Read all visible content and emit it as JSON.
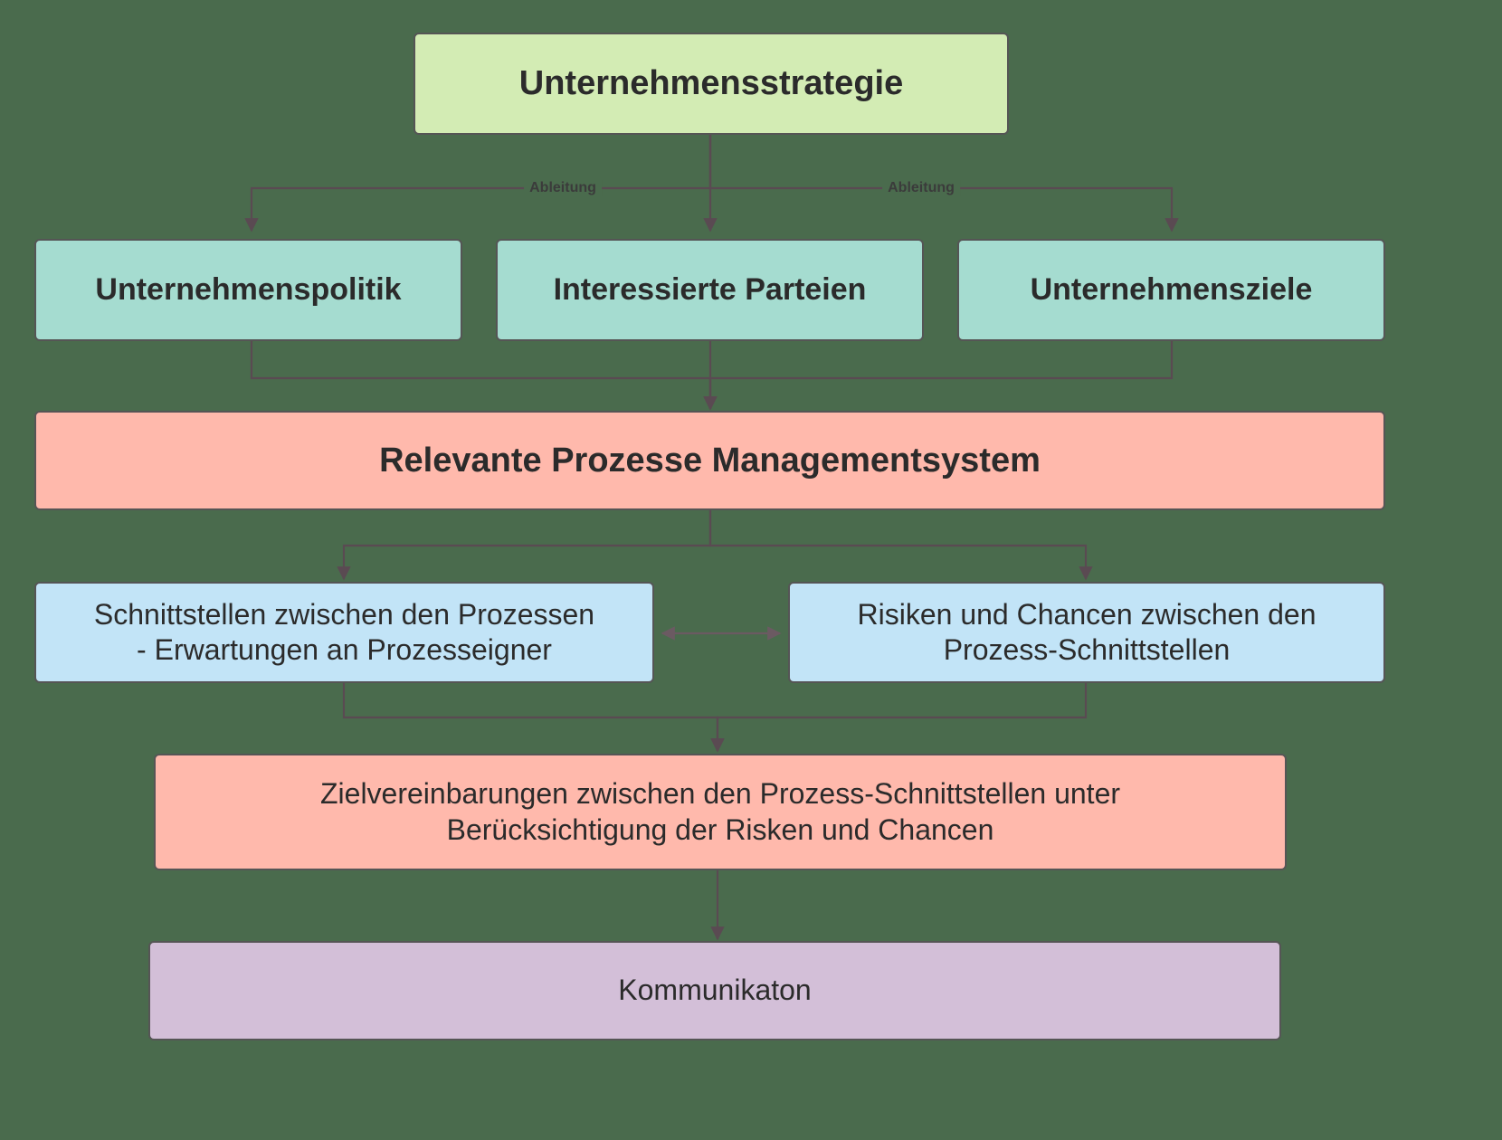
{
  "diagram": {
    "title_node": "Unternehmensstrategie",
    "background_color": "#4a6b4d",
    "edge_color": "#5a4a52",
    "nodes": [
      {
        "id": "strategie",
        "label": "Unternehmensstrategie",
        "color": "#d3ecb4"
      },
      {
        "id": "politik",
        "label": "Unternehmenspolitik",
        "color": "#a5dcd0"
      },
      {
        "id": "parteien",
        "label": "Interessierte Parteien",
        "color": "#a5dcd0"
      },
      {
        "id": "ziele",
        "label": "Unternehmensziele",
        "color": "#a5dcd0"
      },
      {
        "id": "prozesse",
        "label": "Relevante Prozesse Managementsystem",
        "color": "#ffb9ac"
      },
      {
        "id": "schnitt",
        "label": "Schnittstellen zwischen den Prozessen - Erwartungen an Prozesseigner",
        "color": "#c2e4f7"
      },
      {
        "id": "risiken",
        "label": "Risiken und Chancen zwischen den Prozess-Schnittstellen",
        "color": "#c2e4f7"
      },
      {
        "id": "ziel_verein",
        "label": "Zielvereinbarungen zwischen den Prozess-Schnittstellen unter Berücksichtigung der Risken und Chancen",
        "color": "#ffb9ac"
      },
      {
        "id": "kommunikaton",
        "label": "Kommunikaton",
        "color": "#d3bfd8"
      }
    ],
    "node_lines": {
      "schnitt_l1": "Schnittstellen zwischen den Prozessen",
      "schnitt_l2": "- Erwartungen an Prozesseigner",
      "risiken_l1": "Risiken und Chancen zwischen den",
      "risiken_l2": "Prozess-Schnittstellen",
      "ziel_l1": "Zielvereinbarungen zwischen den Prozess-Schnittstellen unter",
      "ziel_l2": "Berücksichtigung der Risken und Chancen"
    },
    "edge_labels": {
      "left": "Ableitung",
      "right": "Ableitung"
    }
  }
}
